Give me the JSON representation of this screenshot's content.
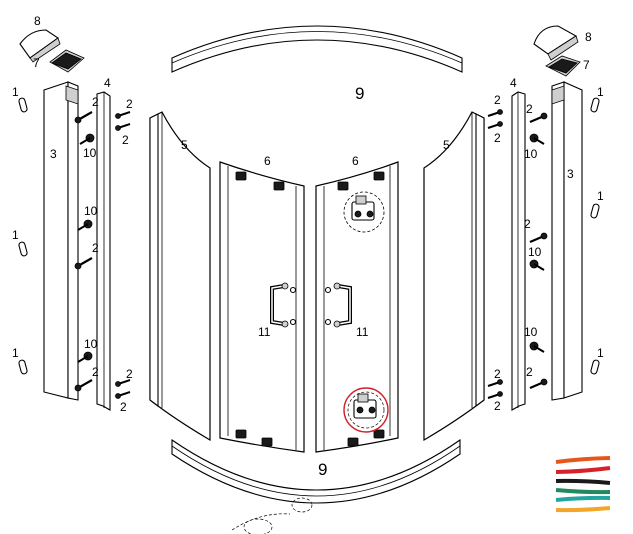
{
  "labels": {
    "wall_cap": "8",
    "cover": "7",
    "pin": "1",
    "profile": "3",
    "frame": "4",
    "screw_short": "2",
    "screw_long": "10",
    "side_panel": "5",
    "door": "6",
    "top_rail": "9",
    "bottom_rail": "9",
    "handle": "11"
  },
  "brand": {
    "stripe_colors": [
      "#e8551c",
      "#d6212b",
      "#1a1a1a",
      "#1f8a5b",
      "#25a5a0",
      "#f2a62a"
    ]
  }
}
